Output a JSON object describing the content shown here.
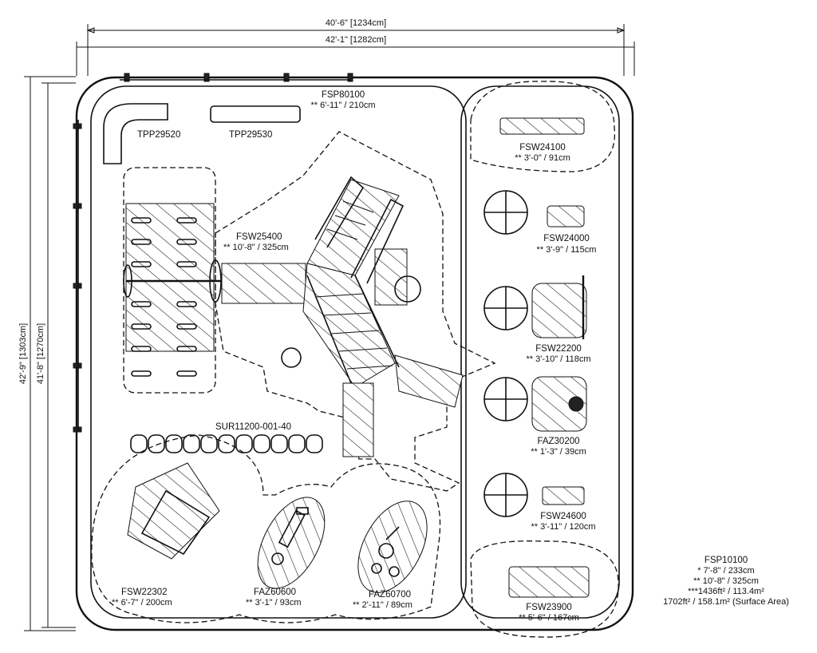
{
  "dimensions": {
    "outer_width": "40'-6\" [1234cm]",
    "inner_width": "42'-1\" [1282cm]",
    "outer_height": "42'-9\" [1303cm]",
    "inner_height": "41'-8\" [1270cm]"
  },
  "components": {
    "fsp80100": {
      "code": "FSP80100",
      "size": "** 6'-11\" / 210cm"
    },
    "tpp29520": {
      "code": "TPP29520"
    },
    "tpp29530": {
      "code": "TPP29530"
    },
    "fsw25400": {
      "code": "FSW25400",
      "size": "** 10'-8\" / 325cm"
    },
    "sur11200": {
      "code": "SUR11200-001-40"
    },
    "fsw22302": {
      "code": "FSW22302",
      "size": "** 6'-7\" / 200cm"
    },
    "faz60600": {
      "code": "FAZ60600",
      "size": "** 3'-1\" / 93cm"
    },
    "faz60700": {
      "code": "FAZ60700",
      "size": "** 2'-11\" / 89cm"
    },
    "fsw24100": {
      "code": "FSW24100",
      "size": "** 3'-0\" / 91cm"
    },
    "fsw24000": {
      "code": "FSW24000",
      "size": "** 3'-9\" / 115cm"
    },
    "fsw22200": {
      "code": "FSW22200",
      "size": "** 3'-10\" / 118cm"
    },
    "faz30200": {
      "code": "FAZ30200",
      "size": "** 1'-3\" / 39cm"
    },
    "fsw24600": {
      "code": "FSW24600",
      "size": "** 3'-11\" / 120cm"
    },
    "fsw23900": {
      "code": "FSW23900",
      "size": "** 5'-6\" / 167cm"
    }
  },
  "summary": {
    "code": "FSP10100",
    "line1": "* 7'-8\" / 233cm",
    "line2": "** 10'-8\" / 325cm",
    "line3": "***1436ft² / 113.4m²",
    "line4": "1702ft² / 158.1m² (Surface Area)"
  }
}
